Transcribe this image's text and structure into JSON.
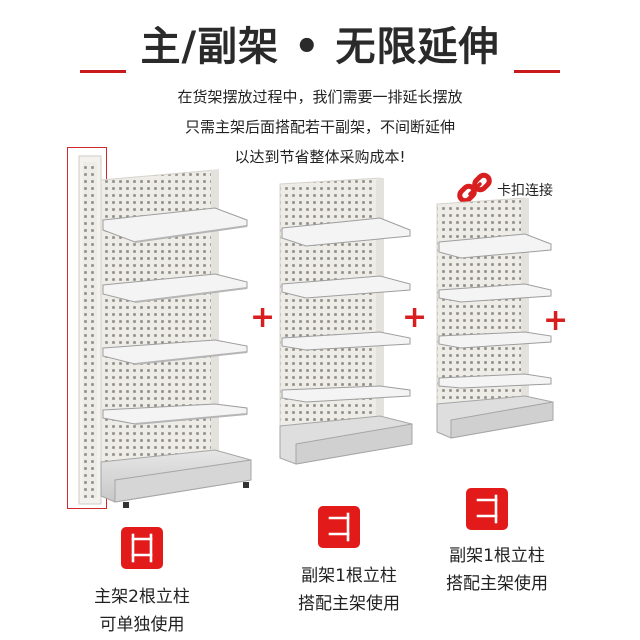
{
  "title": "主/副架 • 无限延伸",
  "description": [
    "在货架摆放过程中，我们需要一排延长摆放",
    "只需主架后面搭配若干副架，不间断延伸",
    "以达到节省整体采购成本!"
  ],
  "clip_label": "卡扣连接",
  "captions": {
    "main": [
      "主架2根立柱",
      "可单独使用"
    ],
    "sub1": [
      "副架1根立柱",
      "搭配主架使用"
    ],
    "sub2": [
      "副架1根立柱",
      "搭配主架使用"
    ]
  },
  "plus_symbol": "+",
  "colors": {
    "accent": "#d81e1e",
    "panel": "#eeece7",
    "hole": "#8d8a84"
  }
}
